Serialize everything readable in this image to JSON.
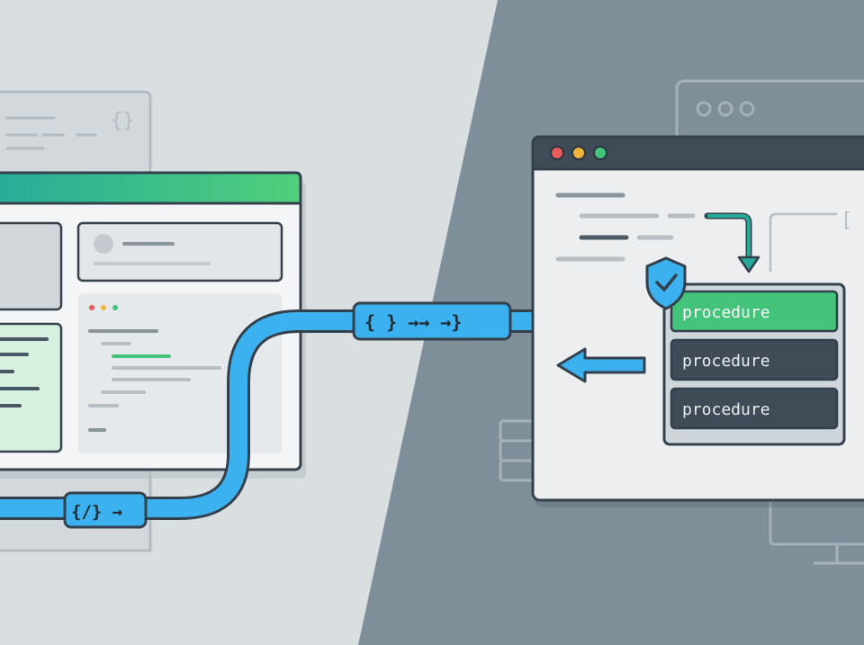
{
  "colors": {
    "bg_left": "#d9dee1",
    "bg_right": "#7e8f99",
    "outline": "#34414c",
    "accent_green": "#43c47a",
    "accent_teal": "#27a99a",
    "accent_blue": "#3cb1ef",
    "dark_row": "#3f4c57",
    "panel_light": "#eceef0"
  },
  "icons": {
    "left_window_bg_braces": "curly-braces-icon",
    "right_window_bg_braces": "curly-braces-icon",
    "shield": "shield-check-icon",
    "pipe_code_tag": "code-tag-icon",
    "down_arrow": "arrow-down-icon",
    "send_arrow": "arrow-right-icon",
    "return_arrow": "arrow-left-icon"
  },
  "pipe": {
    "left_badge": "{/} →",
    "right_badge": "{ } →→ →}"
  },
  "right_window": {
    "bg_braces": "[ ]",
    "procedures": [
      {
        "label": "procedure",
        "state": "active"
      },
      {
        "label": "procedure",
        "state": "default"
      },
      {
        "label": "procedure",
        "state": "default"
      }
    ]
  },
  "left_window": {
    "bg_braces": "{}"
  }
}
